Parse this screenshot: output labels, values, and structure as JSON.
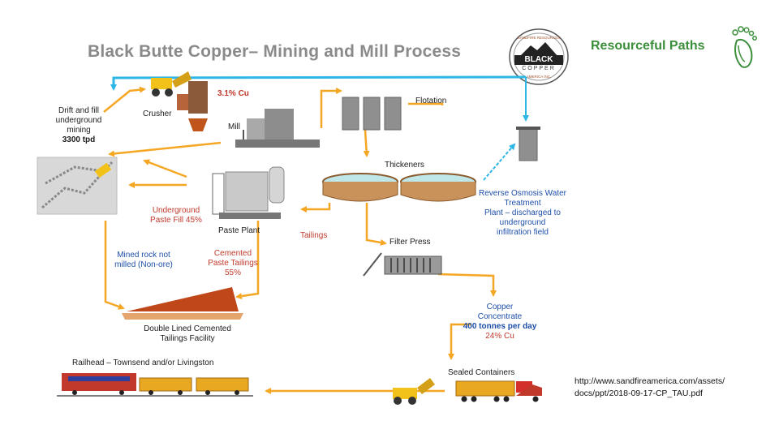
{
  "header": {
    "title": "Black Butte Copper– Mining and Mill Process",
    "brand": "Resourceful Paths",
    "logo_text": {
      "top": "SANDFIRE RESOURCES",
      "main": "BLACK BUTTE",
      "sub": "COPPER",
      "bottom": "AMERICA INC."
    }
  },
  "labels": {
    "mining": [
      "Drift and fill",
      "underground",
      "mining"
    ],
    "mining_rate": "3300 tpd",
    "crusher": "Crusher",
    "cu_grade": "3.1% Cu",
    "mill": "Mill",
    "flotation": "Flotation",
    "thickeners": "Thickeners",
    "ro_plant": [
      "Reverse Osmosis Water",
      "Treatment",
      "Plant – discharged to",
      "underground",
      "infiltration field"
    ],
    "paste_fill": [
      "Underground",
      "Paste Fill 45%"
    ],
    "paste_plant": "Paste Plant",
    "tailings": "Tailings",
    "filter_press": "Filter Press",
    "mined_rock": [
      "Mined rock not",
      "milled (Non-ore)"
    ],
    "cemented": [
      "Cemented",
      "Paste Tailings",
      "55%"
    ],
    "copper_conc": [
      "Copper",
      "Concentrate"
    ],
    "conc_rate": "400 tonnes per day",
    "conc_grade": "24% Cu",
    "tailings_facility": [
      "Double Lined Cemented",
      "Tailings Facility"
    ],
    "railhead": "Railhead – Townsend and/or Livingston",
    "sealed": "Sealed Containers"
  },
  "source": {
    "line1": "http://www.sandfireamerica.com/assets/",
    "line2": "docs/ppt/2018-09-17-CP_TAU.pdf"
  },
  "colors": {
    "arrow": "#f5a623",
    "water": "#2eb6e6",
    "title": "#8a8a8a",
    "brand": "#3b8f3a",
    "label_red": "#c0392b",
    "label_blue": "#1e4fa8"
  }
}
